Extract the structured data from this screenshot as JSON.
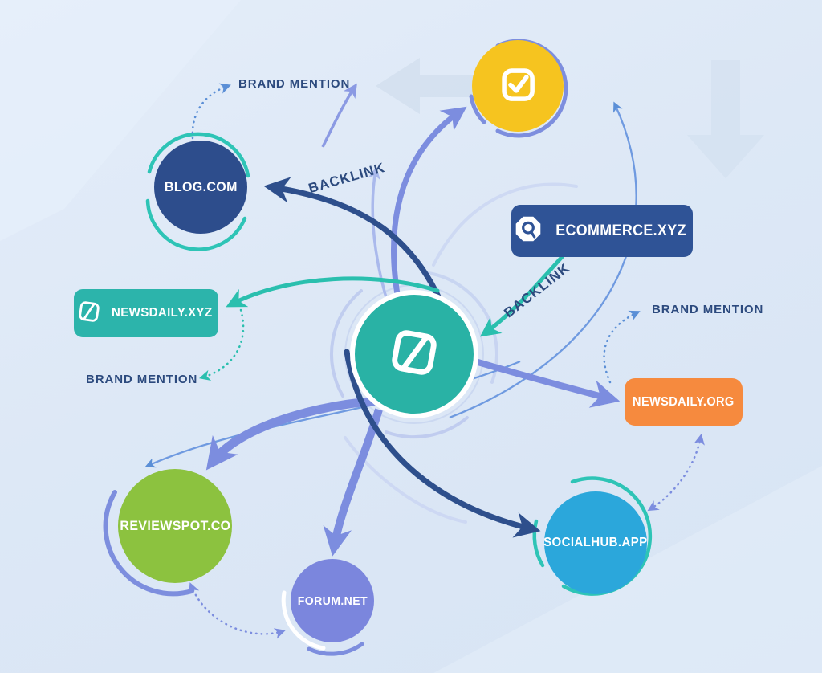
{
  "diagram": {
    "type": "link-building-network",
    "background": "#dde8f6",
    "nodes": {
      "center": {
        "label": "",
        "shape": "circle",
        "color": "#29b2a5",
        "icon": "n-logo-icon"
      },
      "blog": {
        "label": "BLOG.COM",
        "shape": "circle",
        "color": "#2d4d8c"
      },
      "checksite": {
        "label": "",
        "shape": "circle",
        "color": "#f6c41f",
        "icon": "checkbox-check-icon"
      },
      "ecommerce": {
        "label": "ECOMMERCE.XYZ",
        "shape": "rounded-rect",
        "color": "#2f5396",
        "icon": "octagon-badge-icon"
      },
      "newsdaily_xyz": {
        "label": "NEWSDAILY.XYZ",
        "shape": "rounded-rect",
        "color": "#2cb4ab",
        "icon": "n-logo-icon"
      },
      "newsdaily_org": {
        "label": "NEWSDAILY.ORG",
        "shape": "rounded-rect",
        "color": "#f68a3e"
      },
      "reviewspot": {
        "label": "REVIEWSPOT.CO",
        "shape": "circle",
        "color": "#8cc23f"
      },
      "forum": {
        "label": "FORUM.NET",
        "shape": "circle",
        "color": "#7b86dd"
      },
      "socialhub": {
        "label": "SOCIALHUB.APP",
        "shape": "circle",
        "color": "#2ba7db"
      }
    },
    "labels": {
      "brand_mention_top": "BRAND MENTION",
      "backlink_top": "BACKLINK",
      "backlink_right": "BACKLINK",
      "brand_mention_left": "BRAND MENTION",
      "brand_mention_right": "BRAND MENTION"
    },
    "edges": [
      {
        "from": "center",
        "to": "blog",
        "type": "backlink",
        "style": "solid-navy-thick"
      },
      {
        "from": "ecommerce",
        "to": "center",
        "type": "backlink",
        "style": "solid-teal"
      },
      {
        "from": "center",
        "to": "newsdaily_xyz",
        "type": "link",
        "style": "solid-teal"
      },
      {
        "from": "center",
        "to": "newsdaily_org",
        "type": "link",
        "style": "solid-periwinkle"
      },
      {
        "from": "center",
        "to": "checksite",
        "type": "link",
        "style": "solid-periwinkle"
      },
      {
        "from": "center",
        "to": "reviewspot",
        "type": "link",
        "style": "solid-periwinkle-thick"
      },
      {
        "from": "center",
        "to": "forum",
        "type": "link",
        "style": "solid-periwinkle-thick"
      },
      {
        "from": "center",
        "to": "socialhub",
        "type": "backlink",
        "style": "solid-navy-thick"
      },
      {
        "from": "blog",
        "to": "brand-mention",
        "type": "brand-mention",
        "style": "dotted-blue"
      },
      {
        "from": "newsdaily_xyz",
        "to": "brand-mention",
        "type": "brand-mention",
        "style": "dotted-teal"
      },
      {
        "from": "newsdaily_org",
        "to": "brand-mention",
        "type": "brand-mention",
        "style": "dotted-blue"
      },
      {
        "from": "socialhub",
        "to": "newsdaily_org",
        "type": "mention",
        "style": "dotted-periwinkle-two-way"
      },
      {
        "from": "reviewspot",
        "to": "forum",
        "type": "mention",
        "style": "dotted-periwinkle-two-way"
      }
    ],
    "colors": {
      "navy_arrow": "#2e4f8c",
      "teal": "#2abfae",
      "periwinkle": "#7c8ddf",
      "pale_periwinkle": "#aab9ec",
      "thin_blue": "#6f9ae0",
      "dotted_blue": "#5b8fd6",
      "label_text": "#2c4a7e"
    }
  }
}
